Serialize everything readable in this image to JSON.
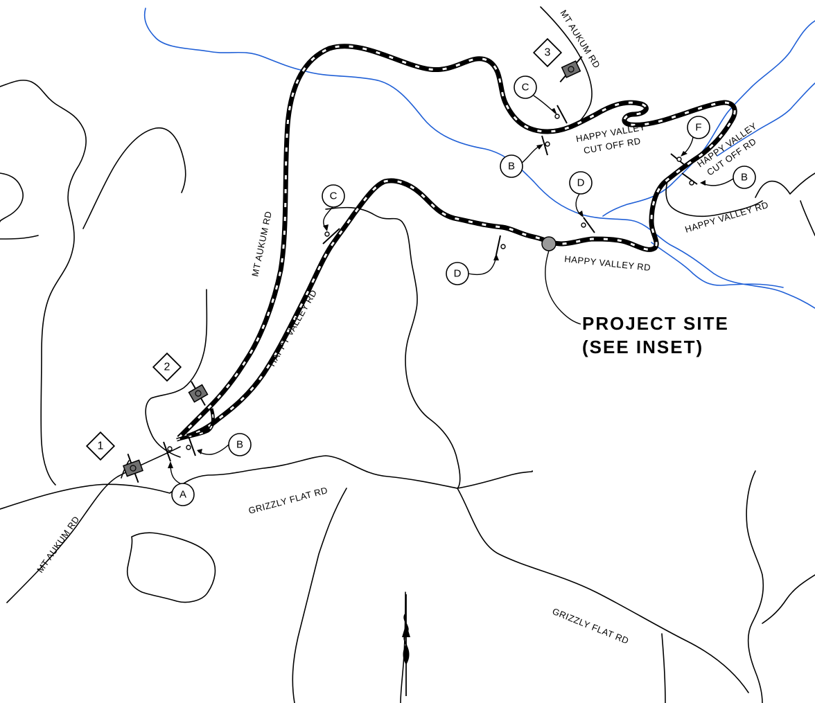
{
  "map": {
    "road_labels": {
      "mt_aukum_rd_top": "MT AUKUM RD",
      "mt_aukum_rd_mid": "MT AUKUM RD",
      "mt_aukum_rd_bottom": "MT AUKUM RD",
      "happy_valley_cut_off_rd_1_line1": "HAPPY VALLEY",
      "happy_valley_cut_off_rd_1_line2": "CUT OFF RD",
      "happy_valley_cut_off_rd_2_line1": "HAPPY VALLEY",
      "happy_valley_cut_off_rd_2_line2": "CUT OFF RD",
      "happy_valley_rd_east": "HAPPY VALLEY RD",
      "happy_valley_rd_center": "HAPPY VALLEY RD",
      "happy_valley_rd_west": "HAPPY VALLEY RD",
      "grizzly_flat_rd_west": "GRIZZLY FLAT RD",
      "grizzly_flat_rd_south": "GRIZZLY FLAT RD"
    },
    "project_site": {
      "line1": "PROJECT SITE",
      "line2": "(SEE INSET)"
    },
    "callouts": {
      "a": "A",
      "b_west": "B",
      "c_west": "C",
      "d_west": "D",
      "d_center": "D",
      "c_north": "C",
      "b_north": "B",
      "f_east": "F",
      "b_east": "B"
    },
    "stations": {
      "s1": "1",
      "s2": "2",
      "s3": "3"
    },
    "colors": {
      "river": "#1f5fd6",
      "road": "#000000",
      "sign": "#808080"
    }
  }
}
